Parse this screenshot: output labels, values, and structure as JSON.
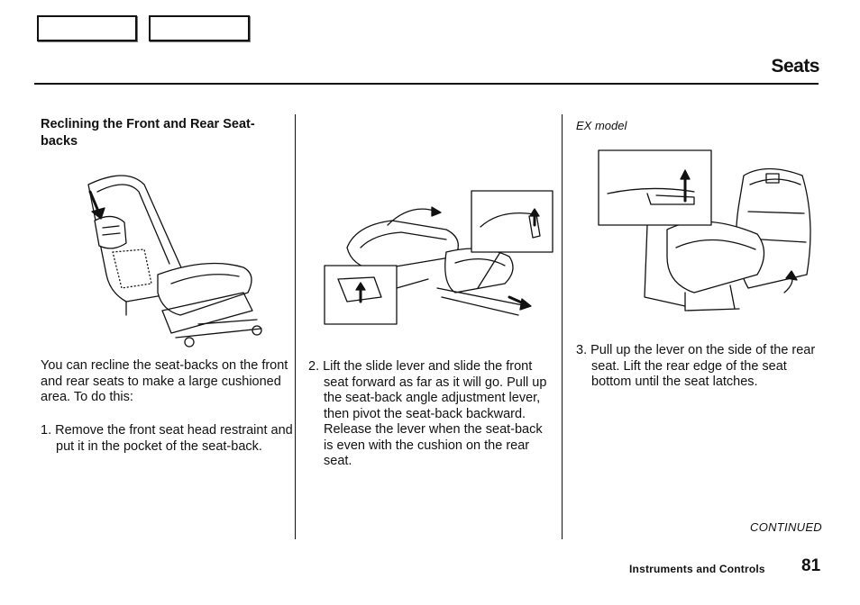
{
  "page": {
    "section_title": "Seats",
    "heading": "Reclining the Front and Rear Seat-backs",
    "intro": "You can recline the seat-backs on the front and rear seats to make a large cushioned area. To do this:",
    "steps": [
      "1. Remove the front seat head restraint and put it in the pocket of the seat-back.",
      "2. Lift the slide lever and slide the front seat forward as far as it will go. Pull up the seat-back angle adjustment lever, then pivot the seat-back backward. Release the lever when the seat-back is even with the cushion on the rear seat.",
      "3. Pull up the lever on the side of the rear seat. Lift the rear edge of the seat bottom until the seat latches."
    ],
    "model_label": "EX model",
    "continued": "CONTINUED",
    "footer_section": "Instruments and Controls",
    "page_number": "81"
  },
  "icons": {
    "figure1": "front-seat-headrest-illustration",
    "figure2": "front-seat-recline-illustration",
    "figure3": "rear-seat-lever-illustration"
  }
}
